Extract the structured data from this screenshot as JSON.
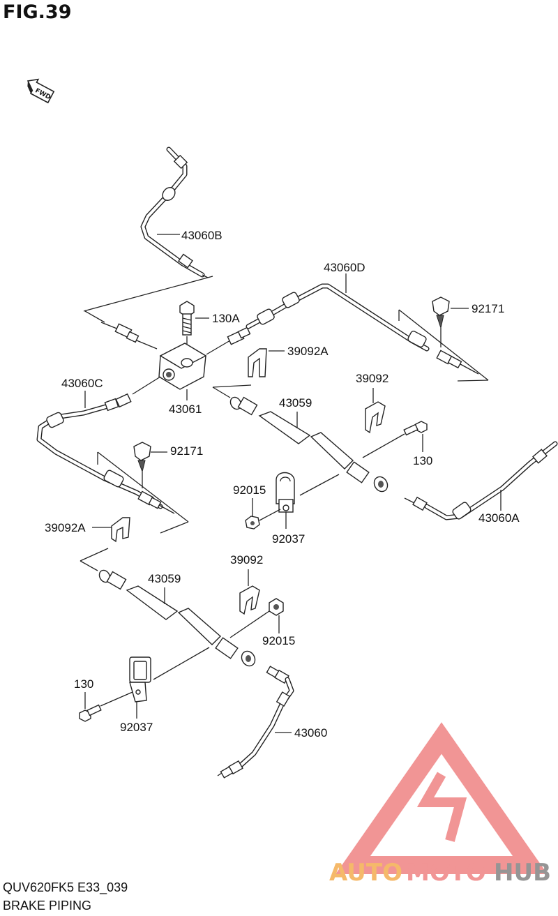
{
  "figure": {
    "title": "FIG.39",
    "direction_marker": "FWD"
  },
  "labels": {
    "l_43060B": "43060B",
    "l_43060D": "43060D",
    "l_130A": "130A",
    "l_92171_top": "92171",
    "l_39092A_top": "39092A",
    "l_43060C": "43060C",
    "l_43061": "43061",
    "l_39092_top": "39092",
    "l_43059_top": "43059",
    "l_92171_mid": "92171",
    "l_130_top": "130",
    "l_92015_top": "92015",
    "l_43060A": "43060A",
    "l_39092A_left": "39092A",
    "l_92037_top": "92037",
    "l_39092_bottom": "39092",
    "l_43059_bottom": "43059",
    "l_92015_bottom": "92015",
    "l_130_bottom": "130",
    "l_92037_bottom": "92037",
    "l_43060": "43060"
  },
  "watermark": {
    "auto": "AUTO",
    "moto": "MOTO",
    "hub": "HUB",
    "colors": {
      "logo": "#f08a8a",
      "auto": "#f5b25a",
      "moto": "#f08a8a",
      "hub": "#8a8a8a"
    }
  },
  "footer": {
    "code": "QUV620FK5 E33_039",
    "name": "BRAKE PIPING"
  }
}
